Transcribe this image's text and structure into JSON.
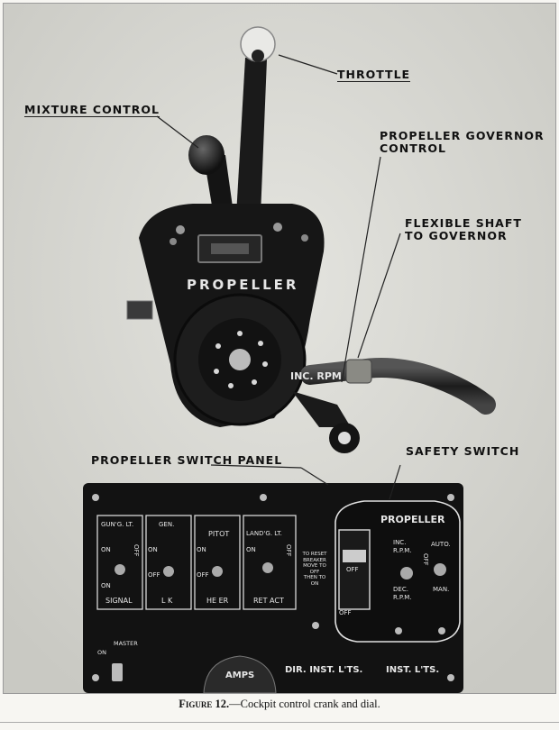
{
  "figure": {
    "callouts": {
      "throttle": "THROTTLE",
      "mixture_control": "MIXTURE CONTROL",
      "prop_governor_line1": "PROPELLER GOVERNOR",
      "prop_governor_line2": "CONTROL",
      "flexible_shaft_line1": "FLEXIBLE SHAFT",
      "flexible_shaft_line2": "TO GOVERNOR",
      "switch_panel": "PROPELLER SWITCH PANEL",
      "safety_switch": "SAFETY SWITCH"
    },
    "crank_unit": {
      "nameplate": "PROPELLER",
      "inc_rpm": "INC. RPM"
    },
    "switch_panel": {
      "gun_signal": {
        "title": "GUN'G. LT.",
        "on": "ON",
        "off": "OFF",
        "on2": "ON",
        "bottom": "SIGNAL"
      },
      "gen": {
        "title": "GEN.",
        "on": "ON",
        "off": "OFF",
        "bottom": "L K"
      },
      "pitot": {
        "title": "PITOT",
        "on": "ON",
        "off": "OFF",
        "bottom": "HE ER"
      },
      "landing": {
        "title": "LAND'G. LT.",
        "on": "ON",
        "off": "OFF",
        "bottom": "RET ACT"
      },
      "reset_note": [
        "TO RESET",
        "BREAKER",
        "MOVE TO",
        "OFF",
        "THEN TO",
        "ON"
      ],
      "safety_box": {
        "title": "PROPELLER",
        "switch_off": "OFF",
        "off_label": "OFF",
        "inc_rpm": [
          "INC.",
          "R.P.M."
        ],
        "dec_rpm": [
          "DEC.",
          "R.P.M."
        ],
        "off_vertical": "OFF",
        "auto": "AUTO.",
        "man": "MAN."
      },
      "master": {
        "label": "MASTER",
        "on": "ON"
      },
      "amps": "AMPS",
      "dir_inst": "DIR. INST. L'TS.",
      "inst": "INST. L'TS."
    },
    "caption": {
      "label": "Figure 12.",
      "text": "—Cockpit control crank and dial."
    }
  }
}
